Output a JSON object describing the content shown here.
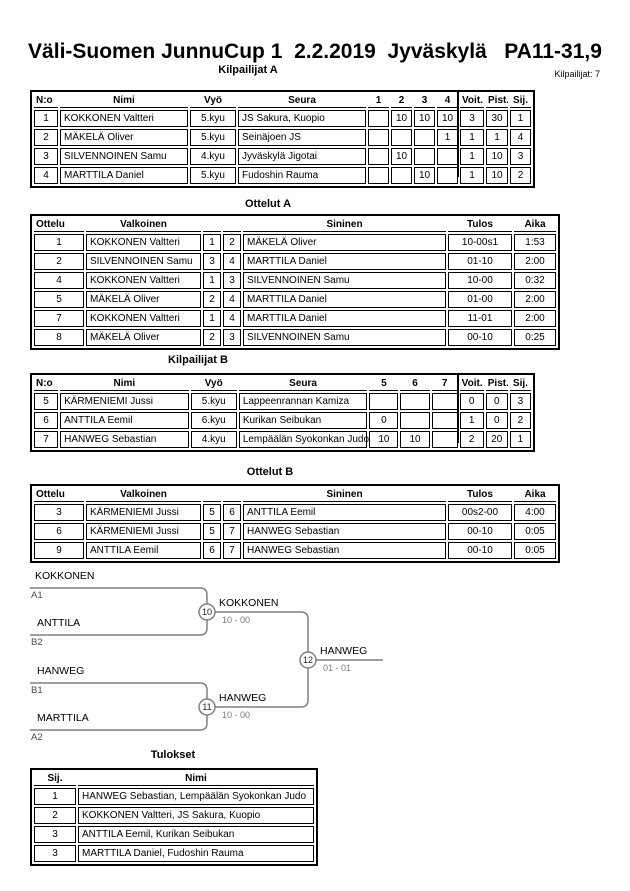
{
  "page": {
    "title": "Väli-Suomen JunnuCup 1  2.2.2019  Jyväskylä   PA11-31,9",
    "competitors_label": "Kilpailijat: 7"
  },
  "pool_a": {
    "heading": "Kilpailijat A",
    "headers": [
      "N:o",
      "Nimi",
      "Vyö",
      "Seura",
      "1",
      "2",
      "3",
      "4",
      "Voit.",
      "Pist.",
      "Sij."
    ],
    "rows": [
      [
        "1",
        "KOKKONEN Valtteri",
        "5.kyu",
        "JS Sakura, Kuopio",
        "",
        "10",
        "10",
        "10",
        "3",
        "30",
        "1"
      ],
      [
        "2",
        "MÄKELÄ Oliver",
        "5.kyu",
        "Seinäjoen JS",
        "",
        "",
        "",
        "1",
        "1",
        "1",
        "4"
      ],
      [
        "3",
        "SILVENNOINEN Samu",
        "4.kyu",
        "Jyväskylä Jigotai",
        "",
        "10",
        "",
        "",
        "1",
        "10",
        "3"
      ],
      [
        "4",
        "MARTTILA Daniel",
        "5.kyu",
        "Fudoshin Rauma",
        "",
        "",
        "10",
        "",
        "1",
        "10",
        "2"
      ]
    ]
  },
  "matches_a": {
    "heading": "Ottelut A",
    "headers": [
      "Ottelu",
      "Valkoinen",
      "",
      "",
      "Sininen",
      "Tulos",
      "Aika"
    ],
    "rows": [
      [
        "1",
        "KOKKONEN Valtteri",
        "1",
        "2",
        "MÄKELÄ Oliver",
        "10-00s1",
        "1:53"
      ],
      [
        "2",
        "SILVENNOINEN Samu",
        "3",
        "4",
        "MARTTILA Daniel",
        "01-10",
        "2:00"
      ],
      [
        "4",
        "KOKKONEN Valtteri",
        "1",
        "3",
        "SILVENNOINEN Samu",
        "10-00",
        "0:32"
      ],
      [
        "5",
        "MÄKELÄ Oliver",
        "2",
        "4",
        "MARTTILA Daniel",
        "01-00",
        "2:00"
      ],
      [
        "7",
        "KOKKONEN Valtteri",
        "1",
        "4",
        "MARTTILA Daniel",
        "11-01",
        "2:00"
      ],
      [
        "8",
        "MÄKELÄ Oliver",
        "2",
        "3",
        "SILVENNOINEN Samu",
        "00-10",
        "0:25"
      ]
    ]
  },
  "pool_b": {
    "heading": "Kilpailijat B",
    "headers": [
      "N:o",
      "Nimi",
      "Vyö",
      "Seura",
      "5",
      "6",
      "7",
      "Voit.",
      "Pist.",
      "Sij."
    ],
    "rows": [
      [
        "5",
        "KÄRMENIEMI Jussi",
        "5.kyu",
        "Lappeenrannan Kamiza",
        "",
        "",
        "",
        "0",
        "0",
        "3"
      ],
      [
        "6",
        "ANTTILA Eemil",
        "6.kyu",
        "Kurikan Seibukan",
        "0",
        "",
        "",
        "1",
        "0",
        "2"
      ],
      [
        "7",
        "HANWEG Sebastian",
        "4.kyu",
        "Lempäälän Syokonkan Judo",
        "10",
        "10",
        "",
        "2",
        "20",
        "1"
      ]
    ]
  },
  "matches_b": {
    "heading": "Ottelut B",
    "headers": [
      "Ottelu",
      "Valkoinen",
      "",
      "",
      "Sininen",
      "Tulos",
      "Aika"
    ],
    "rows": [
      [
        "3",
        "KÄRMENIEMI Jussi",
        "5",
        "6",
        "ANTTILA Eemil",
        "00s2-00",
        "4:00"
      ],
      [
        "6",
        "KÄRMENIEMI Jussi",
        "5",
        "7",
        "HANWEG Sebastian",
        "00-10",
        "0:05"
      ],
      [
        "9",
        "ANTTILA Eemil",
        "6",
        "7",
        "HANWEG Sebastian",
        "00-10",
        "0:05"
      ]
    ]
  },
  "bracket": {
    "line_color": "#808080",
    "seeds": [
      {
        "name": "KOKKONEN",
        "tag": "A1"
      },
      {
        "name": "ANTTILA",
        "tag": "B2"
      },
      {
        "name": "HANWEG",
        "tag": "B1"
      },
      {
        "name": "MARTTILA",
        "tag": "A2"
      }
    ],
    "matches": [
      {
        "number": "10",
        "winner": "KOKKONEN",
        "score": "10 - 00"
      },
      {
        "number": "11",
        "winner": "HANWEG",
        "score": "10 - 00"
      },
      {
        "number": "12",
        "winner": "HANWEG",
        "score": "01 - 01"
      }
    ]
  },
  "results": {
    "heading": "Tulokset",
    "headers": [
      "Sij.",
      "Nimi"
    ],
    "rows": [
      [
        "1",
        "HANWEG Sebastian, Lempäälän Syokonkan Judo"
      ],
      [
        "2",
        "KOKKONEN Valtteri, JS Sakura, Kuopio"
      ],
      [
        "3",
        "ANTTILA Eemil, Kurikan Seibukan"
      ],
      [
        "3",
        "MARTTILA Daniel, Fudoshin Rauma"
      ]
    ]
  }
}
